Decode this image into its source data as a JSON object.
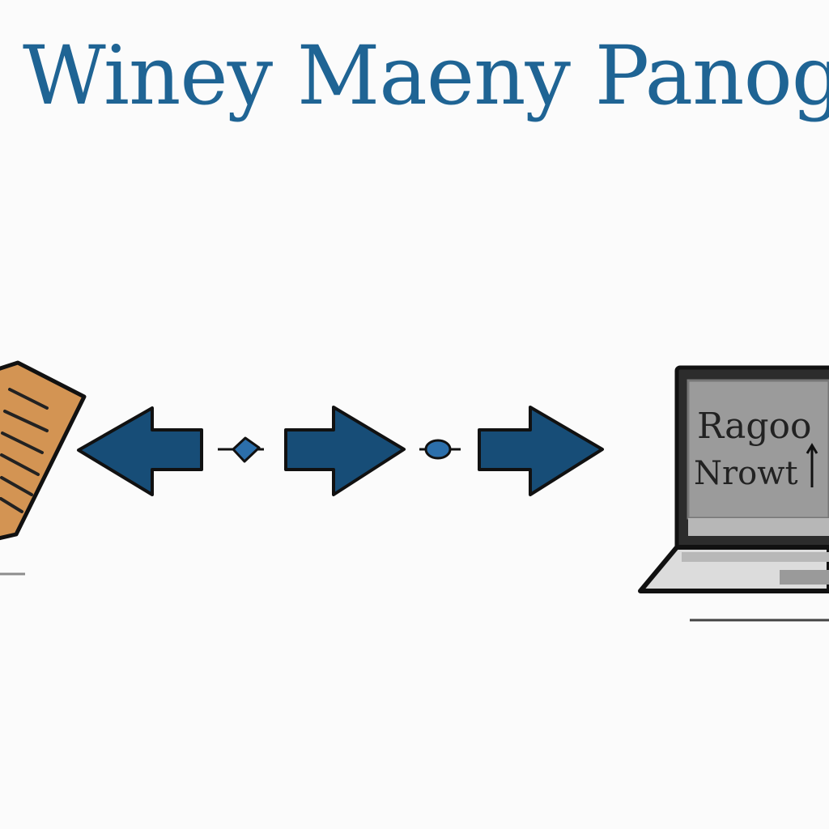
{
  "diagram": {
    "title": "Winey Maeny Panogel Ramo",
    "laptop_screen_lines": [
      "Ragoo",
      "Nrowt"
    ],
    "colors": {
      "title": "#1f6494",
      "arrow_fill": "#174d77",
      "arrow_stroke": "#111111",
      "document_fill": "#d39453",
      "node_fill": "#2c6fab",
      "laptop_screen": "#9b9b9b",
      "laptop_body": "#d6d6d6",
      "laptop_frame": "#111111"
    },
    "icons": [
      "document-icon",
      "left-arrow-icon",
      "small-node-icon",
      "right-arrow-icon",
      "small-node-icon",
      "right-arrow-icon",
      "laptop-icon"
    ]
  }
}
